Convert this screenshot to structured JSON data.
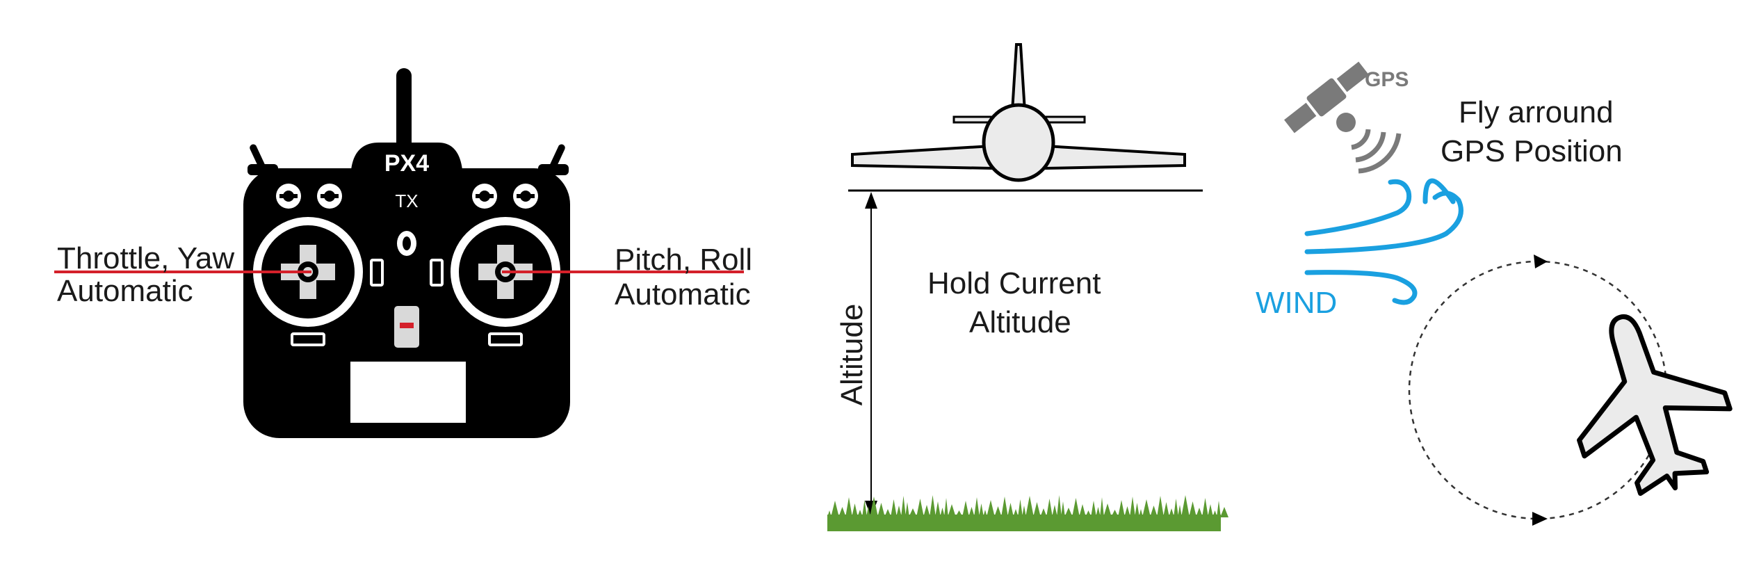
{
  "transmitter": {
    "brand": "PX4",
    "model": "TX",
    "left_stick_label_1": "Throttle, Yaw",
    "left_stick_label_2": "Automatic",
    "right_stick_label_1": "Pitch, Roll",
    "right_stick_label_2": "Automatic"
  },
  "altitude_panel": {
    "axis_label": "Altitude",
    "caption_1": "Hold Current",
    "caption_2": "Altitude"
  },
  "orbit_panel": {
    "gps_label": "GPS",
    "caption_1": "Fly arround",
    "caption_2": "GPS Position",
    "wind_label": "WIND"
  },
  "colors": {
    "stick_line": "#d4202a",
    "wind_blue": "#1aa0e0",
    "grass_green": "#5b9a32",
    "gps_gray": "#7a7a7a"
  }
}
